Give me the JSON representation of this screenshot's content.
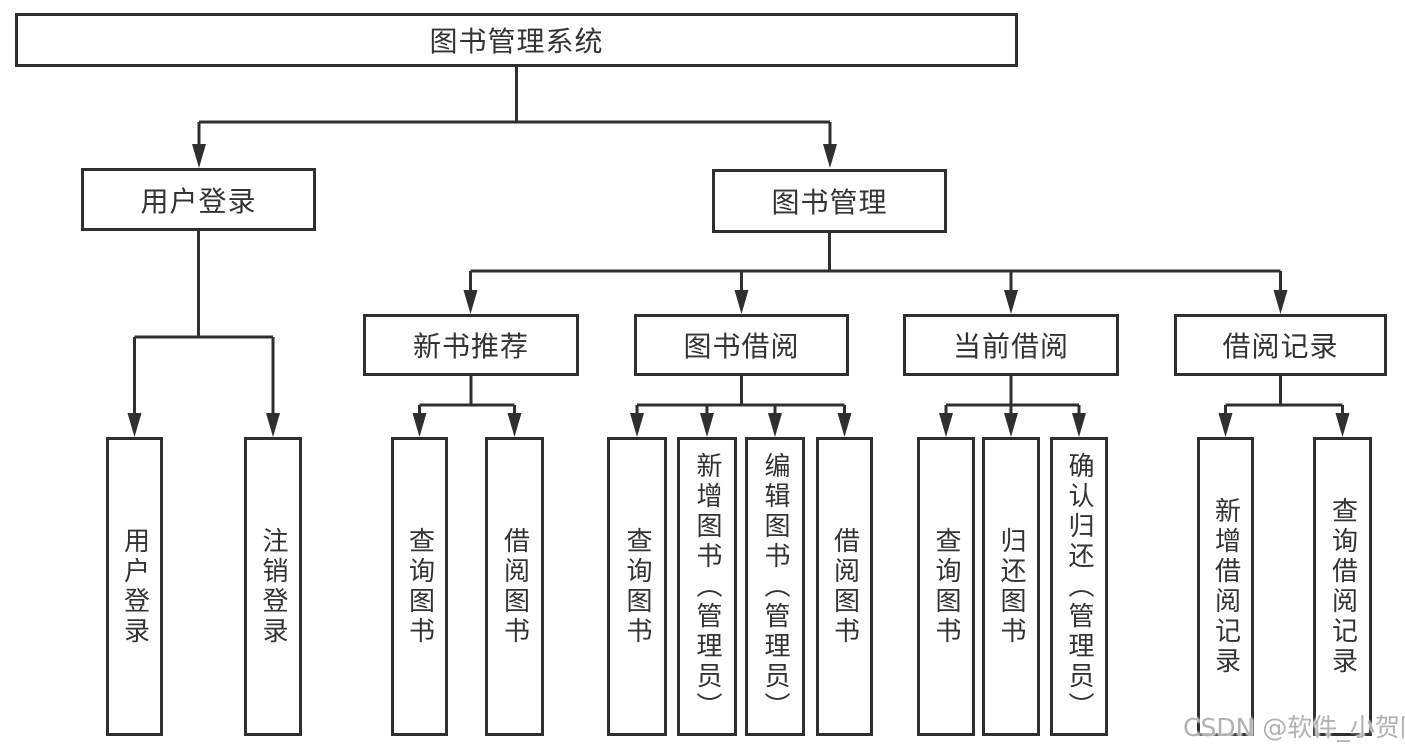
{
  "diagram": {
    "type": "hierarchy-tree",
    "colors": {
      "line": "#2f2f2f",
      "text": "#333333",
      "background": "#ffffff",
      "watermark": "#b2b2b2"
    },
    "nodes": {
      "root": {
        "label": "图书管理系统"
      },
      "user_login": {
        "label": "用户登录"
      },
      "book_mgmt": {
        "label": "图书管理"
      },
      "new_book_rec": {
        "label": "新书推荐"
      },
      "book_borrow": {
        "label": "图书借阅"
      },
      "current_borrow": {
        "label": "当前借阅"
      },
      "borrow_record": {
        "label": "借阅记录"
      },
      "leaf_user_login": {
        "label": "用户登录",
        "parent": "用户登录"
      },
      "leaf_logout": {
        "label": "注销登录",
        "parent": "用户登录"
      },
      "leaf_rec_query": {
        "label": "查询图书",
        "parent": "新书推荐"
      },
      "leaf_rec_borrow": {
        "label": "借阅图书",
        "parent": "新书推荐"
      },
      "leaf_bor_query": {
        "label": "查询图书",
        "parent": "图书借阅"
      },
      "leaf_bor_add": {
        "label": "新增图书（管理员）",
        "parent": "图书借阅"
      },
      "leaf_bor_edit": {
        "label": "编辑图书（管理员）",
        "parent": "图书借阅"
      },
      "leaf_bor_borrow": {
        "label": "借阅图书",
        "parent": "图书借阅"
      },
      "leaf_cur_query": {
        "label": "查询图书",
        "parent": "当前借阅"
      },
      "leaf_cur_return": {
        "label": "归还图书",
        "parent": "当前借阅"
      },
      "leaf_cur_confirm": {
        "label": "确认归还（管理员）",
        "parent": "当前借阅"
      },
      "leaf_log_add": {
        "label": "新增借阅记录",
        "parent": "借阅记录"
      },
      "leaf_log_query": {
        "label": "查询借阅记录",
        "parent": "借阅记录"
      }
    }
  },
  "watermark": "CSDN @软件_小贺同学"
}
